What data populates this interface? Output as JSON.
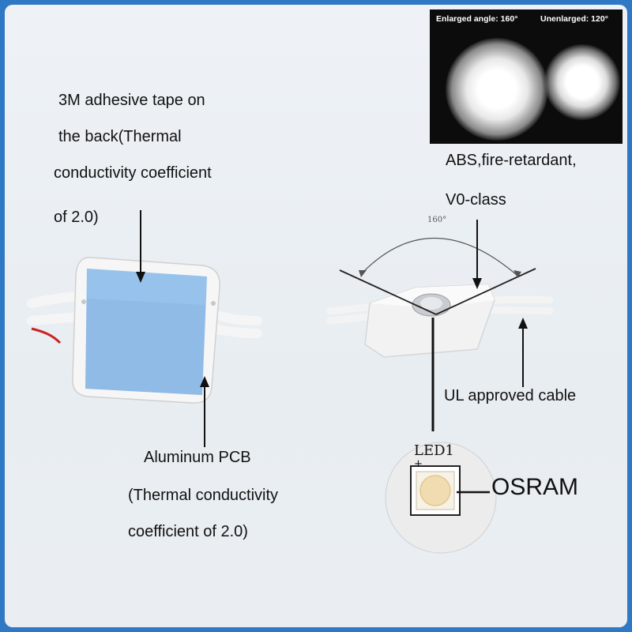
{
  "photo": {
    "left_caption": "Enlarged angle: 160°",
    "right_caption": "Unenlarged: 120°"
  },
  "callouts": {
    "adhesive": [
      "3M adhesive tape on",
      "the back(Thermal",
      "conductivity coefficient",
      "of 2.0)"
    ],
    "abs": [
      "ABS,fire-retardant,",
      "V0-class"
    ],
    "cable": "UL approved cable",
    "pcb": [
      "Aluminum PCB",
      "(Thermal conductivity",
      "coefficient of 2.0)"
    ],
    "brand": "OSRAM"
  },
  "diagram": {
    "angle_label": "160°",
    "led_marking": "LED1",
    "led_polarity": "+"
  },
  "colors": {
    "frame_border": "#2f78c4",
    "tape_blue": "#8fbbe6",
    "module_white": "#f4f4f4",
    "led_chip": "#f0dcb0"
  }
}
